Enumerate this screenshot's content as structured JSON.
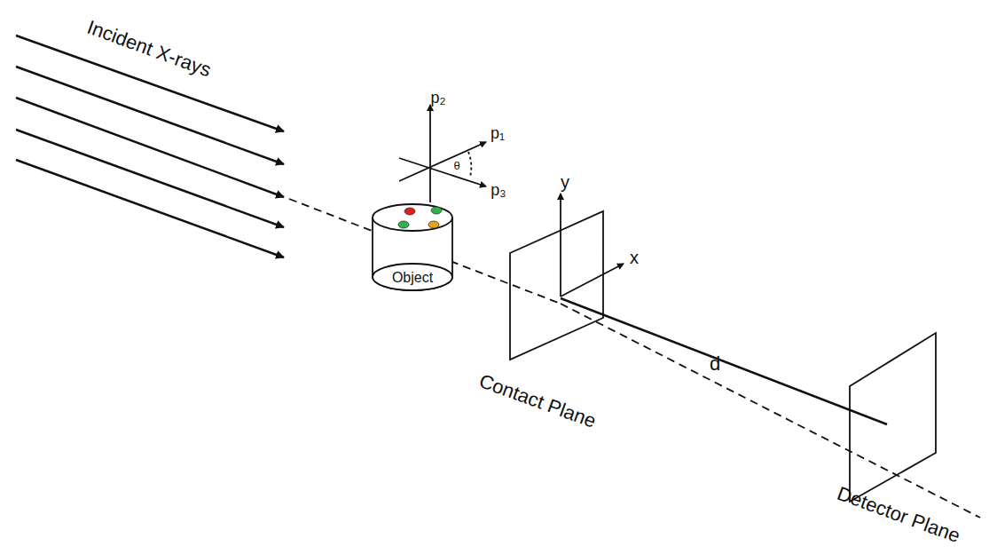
{
  "diagram": {
    "nodes": [
      {
        "text": [
          "Object"
        ]
      }
    ],
    "labels": [
      "Incident X-rays",
      "p₂",
      "p₁",
      "θ",
      "p₃",
      "y",
      "x",
      "Contact Plane",
      "d",
      "Detector Plane"
    ]
  }
}
